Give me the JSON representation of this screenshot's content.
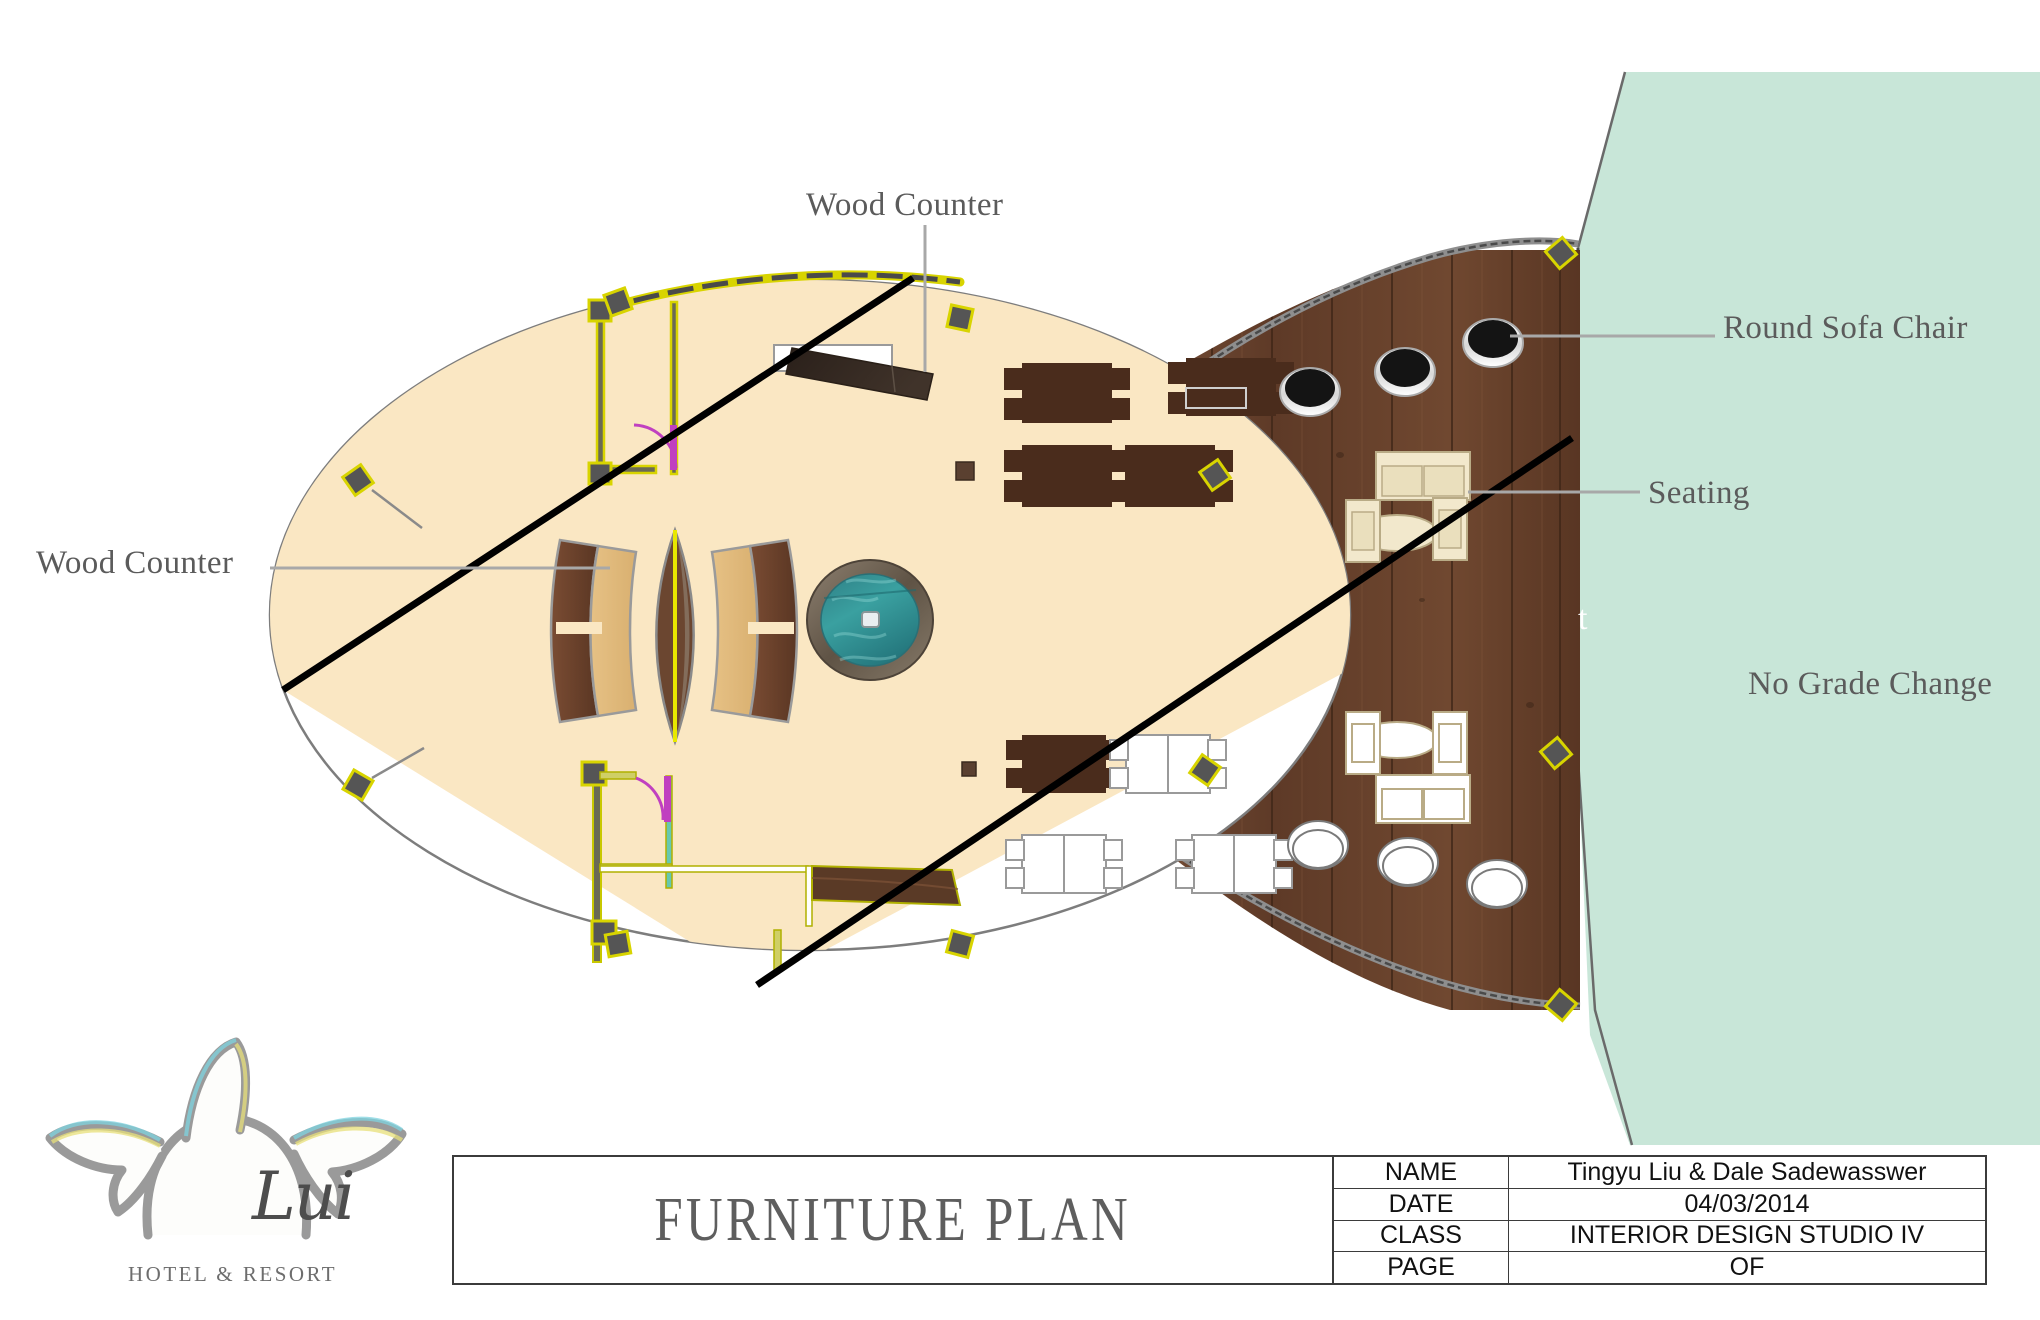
{
  "sheet": {
    "drawing_title": "FURNITURE PLAN"
  },
  "annotations": [
    {
      "id": "wood-counter-top",
      "label": "Wood Counter"
    },
    {
      "id": "wood-counter-left",
      "label": "Wood Counter"
    },
    {
      "id": "round-sofa-chair",
      "label": "Round Sofa Chair"
    },
    {
      "id": "seating",
      "label": "Seating"
    },
    {
      "id": "no-grade-change",
      "label": "No Grade Change"
    }
  ],
  "annotation_text": {
    "wood_counter_top": "Wood Counter",
    "wood_counter_left": "Wood Counter",
    "round_sofa_chair": "Round Sofa Chair",
    "seating": "Seating",
    "no_grade_change": "No Grade Change",
    "clipped_artifact": "t"
  },
  "title_block": {
    "title": "FURNITURE PLAN",
    "rows": [
      {
        "key": "NAME",
        "value": "Tingyu Liu & Dale Sadewasswer"
      },
      {
        "key": "DATE",
        "value": "04/03/2014"
      },
      {
        "key": "CLASS",
        "value": "INTERIOR DESIGN STUDIO IV"
      },
      {
        "key": "PAGE",
        "value": "OF"
      }
    ]
  },
  "logo": {
    "script_name": "Lui",
    "tagline": "HOTEL & RESORT"
  },
  "colors": {
    "floor_sand": "#fae7c3",
    "deck_wood": "#6b4630",
    "deck_wood_dark": "#5a3826",
    "grass_green": "#c8e6d8",
    "water_teal": "#2e8c8c",
    "table_brown": "#4a2c1c",
    "counter_tan": "#e8c68a",
    "counter_wood": "#6d4631",
    "wall_yellow": "#d8d400",
    "column_gray": "#555555",
    "door_magenta": "#c040c0",
    "label_gray": "#5b5b5b",
    "line_black": "#000000",
    "sofa_cream": "#f2e8cc",
    "chair_black": "#1a1a1a"
  },
  "plan_elements": {
    "floor_plate": "large ellipse sand-colored interior floor",
    "deck": "dark wood plank terrace extending right",
    "grass": "mint green no-grade-change lawn at far right",
    "water_feature": "circular teal pool with stone rim at center",
    "dining_tables_shaded": 5,
    "dining_tables_ghost": 4,
    "round_sofa_chairs_shaded": 3,
    "round_sofa_chairs_ghost": 3,
    "seating_group_shaded": "sofa, two armchairs, oval coffee table",
    "seating_group_ghost": "sofa, two armchairs, oval coffee table",
    "curved_bar_counters": 2,
    "lens_counter": 1,
    "wood_counters": 2,
    "doors": 2
  }
}
